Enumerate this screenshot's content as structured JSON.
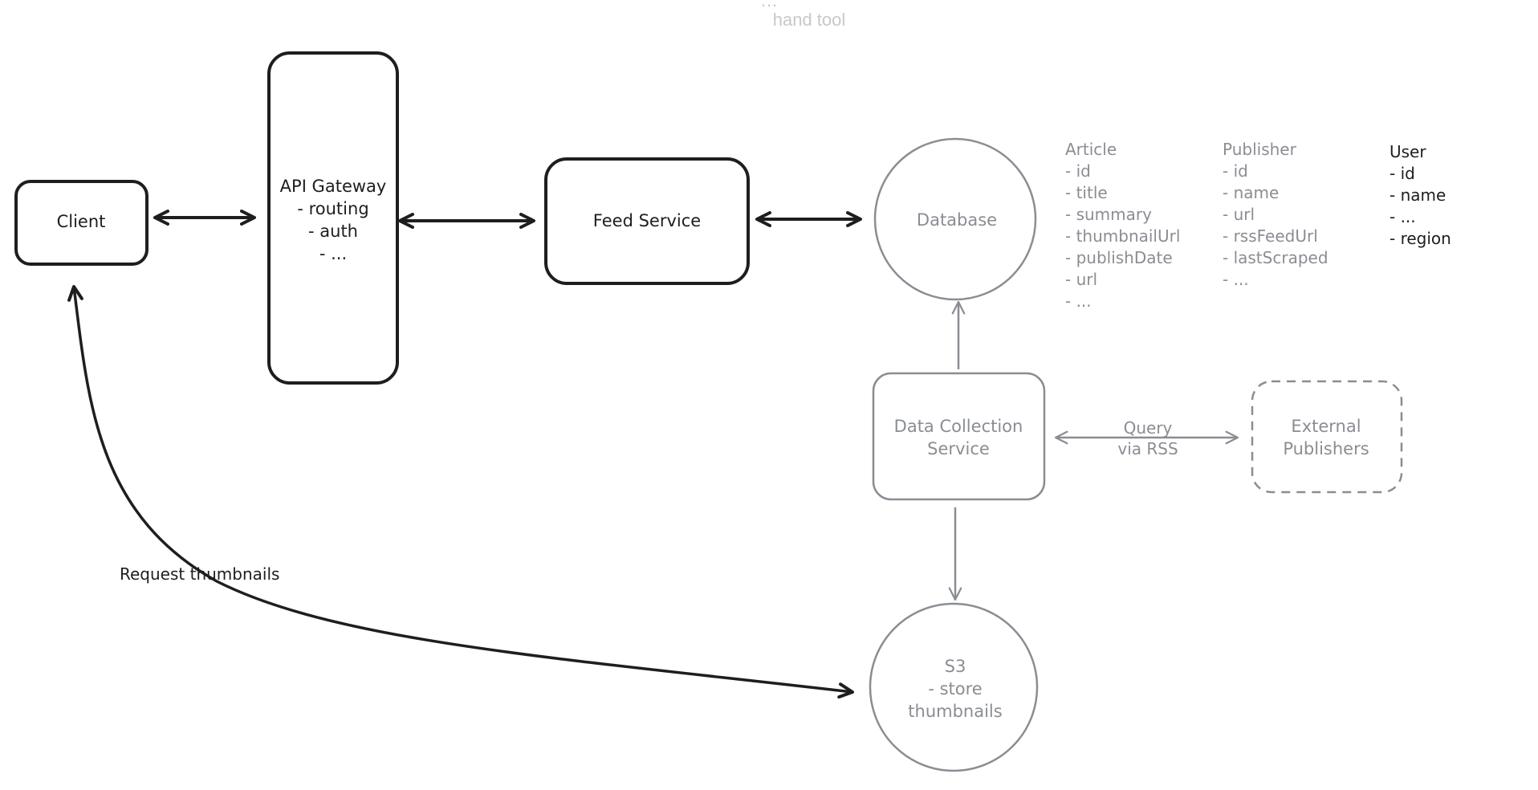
{
  "hint": {
    "top_line": "…",
    "sub_line": "hand tool"
  },
  "nodes": {
    "client": {
      "label": "Client"
    },
    "api_gateway": {
      "lines": [
        "API Gateway",
        "- routing",
        "- auth",
        "- ..."
      ]
    },
    "feed_service": {
      "label": "Feed Service"
    },
    "database": {
      "label": "Database"
    },
    "data_collection": {
      "lines": [
        "Data Collection",
        "Service"
      ]
    },
    "external_publishers": {
      "lines": [
        "External",
        "Publishers"
      ]
    },
    "s3": {
      "lines": [
        "S3",
        "- store",
        "thumbnails"
      ]
    }
  },
  "edges": {
    "query": {
      "lines": [
        "Query",
        "via RSS"
      ]
    },
    "request_thumbnails": {
      "label": "Request thumbnails"
    }
  },
  "schemas": {
    "article": {
      "title": "Article",
      "fields": [
        "- id",
        "- title",
        "- summary",
        "- thumbnailUrl",
        "- publishDate",
        "- url",
        "- ..."
      ]
    },
    "publisher": {
      "title": "Publisher",
      "fields": [
        "- id",
        "- name",
        "- url",
        "- rssFeedUrl",
        "- lastScraped",
        "- ..."
      ]
    },
    "user": {
      "title": "User",
      "fields": [
        "- id",
        "- name",
        "- ...",
        "- region"
      ]
    }
  },
  "colors": {
    "dark_stroke": "#1e1e1e",
    "grey_stroke": "#8a8d93",
    "background": "#ffffff"
  }
}
